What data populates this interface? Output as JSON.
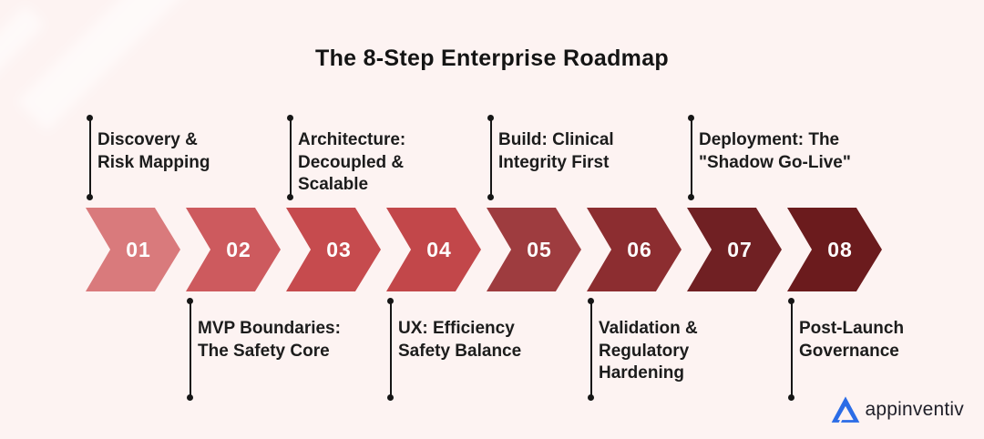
{
  "title": "The 8-Step Enterprise Roadmap",
  "roadmap": {
    "steps": [
      {
        "number": "01",
        "label": "Discovery &\nRisk Mapping",
        "label_position": "above",
        "color": "#d97a7c"
      },
      {
        "number": "02",
        "label": "MVP Boundaries:\nThe Safety Core",
        "label_position": "below",
        "color": "#cd5a5e"
      },
      {
        "number": "03",
        "label": "Architecture:\nDecoupled &\nScalable",
        "label_position": "above",
        "color": "#c64b4e"
      },
      {
        "number": "04",
        "label": "UX: Efficiency\nSafety Balance",
        "label_position": "below",
        "color": "#c2474a"
      },
      {
        "number": "05",
        "label": "Build: Clinical\nIntegrity First",
        "label_position": "above",
        "color": "#9e3c3f"
      },
      {
        "number": "06",
        "label": "Validation &\nRegulatory\nHardening",
        "label_position": "below",
        "color": "#8c2d30"
      },
      {
        "number": "07",
        "label": "Deployment: The\n\"Shadow Go-Live\"",
        "label_position": "above",
        "color": "#702023"
      },
      {
        "number": "08",
        "label": "Post-Launch\nGovernance",
        "label_position": "below",
        "color": "#6b1b1d"
      }
    ]
  },
  "footer": {
    "logo_text": "appinventiv",
    "logo_color": "#2b6ce6"
  },
  "colors": {
    "background": "#fdf3f2",
    "label_text": "#1c1c1c",
    "marker": "#161616",
    "step_number_text": "#ffffff"
  }
}
